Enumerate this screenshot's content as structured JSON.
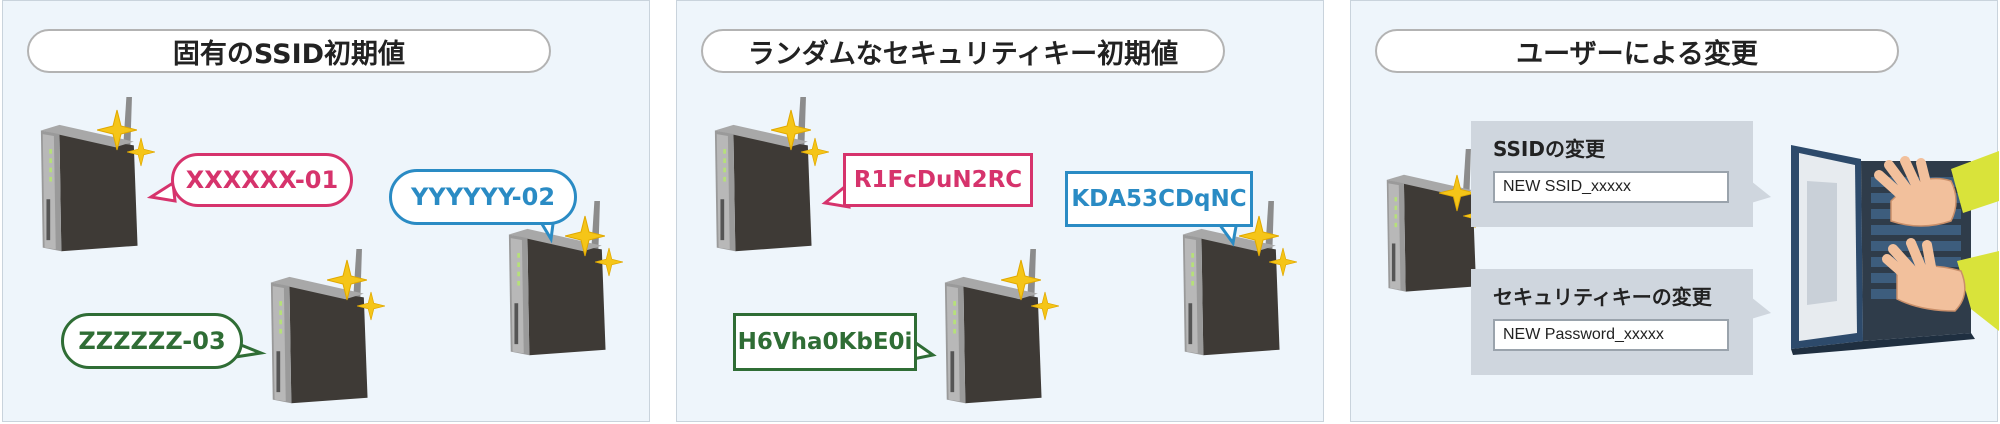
{
  "panels": [
    {
      "title": "固有のSSID初期値",
      "labels": [
        "XXXXXX-01",
        "YYYYYY-02",
        "ZZZZZZ-03"
      ]
    },
    {
      "title": "ランダムなセキュリティキー初期値",
      "labels": [
        "R1FcDuN2RC",
        "KDA53CDqNC",
        "H6Vha0KbE0i"
      ]
    },
    {
      "title": "ユーザーによる変更",
      "form": {
        "ssid_label": "SSIDの変更",
        "ssid_value": "NEW SSID_xxxxx",
        "key_label": "セキュリティキーの変更",
        "key_value": "NEW Password_xxxxx"
      }
    }
  ],
  "colors": {
    "pink": "#d6336c",
    "blue": "#2a8bc4",
    "green": "#2f6d35",
    "router_body": "#3e3a36",
    "router_side": "#9a9a9a",
    "star": "#f5c518"
  }
}
